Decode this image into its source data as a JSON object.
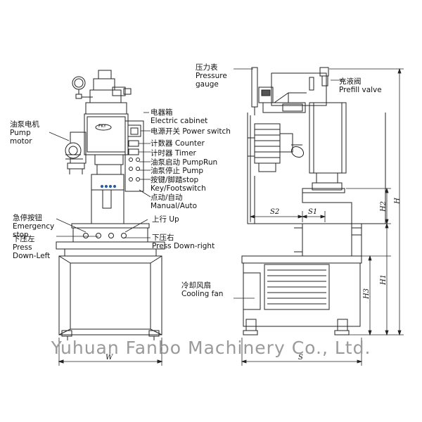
{
  "labels": {
    "pump_motor": "油泵电机\nPump\nmotor",
    "electric_cabinet": "电器箱\nElectric cabinet",
    "power_switch": "电源开关 Power switch",
    "counter": "计数器    Counter",
    "timer": "计时器    Timer",
    "pump_run": "油泵启动 PumpRun",
    "pump_stop": "油泵停止 Pump",
    "key_footswitch": "按键/脚踏stop\nKey/Footswitch",
    "manual_auto": "点动/自动\nManual/Auto",
    "emergency_stop": "急停按钮\nEmergency\nstop",
    "press_down_left": "下压左\nPress\nDown-Left",
    "up": "上行 Up",
    "press_down_right": "下压右\nPress Down-right",
    "pressure_gauge": "压力表\nPressure\ngauge",
    "prefill_valve": "充液阀\nPrefill valve",
    "cooling_fan": "冷却风扇\nCooling fan"
  },
  "dimensions": {
    "W": "W",
    "S": "S",
    "S1": "S1",
    "S2": "S2",
    "H": "H",
    "H1": "H1",
    "H2": "H2",
    "H3": "H3"
  },
  "panel_text": {
    "badge": "FKY"
  },
  "watermark": "Yuhuan Fanbo Machinery Co., Ltd."
}
